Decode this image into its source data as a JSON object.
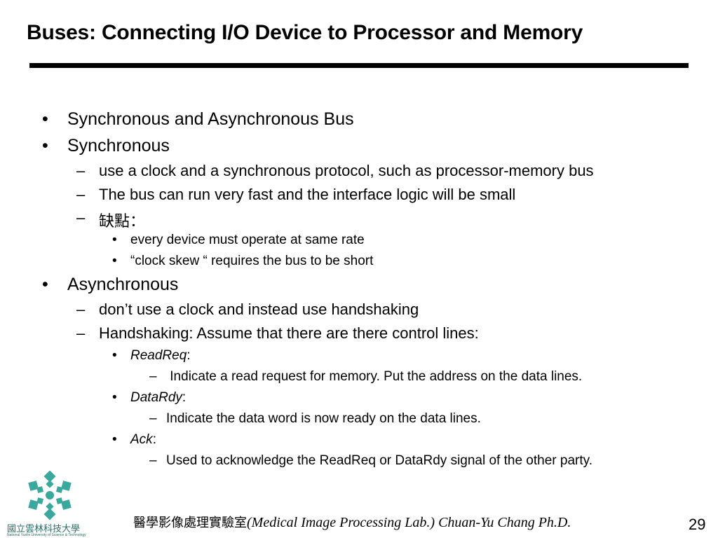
{
  "slide": {
    "title": "Buses: Connecting I/O Device to Processor and Memory",
    "page_number": "29"
  },
  "content": {
    "bullet_marker": "•",
    "dash_marker": "–",
    "items": [
      {
        "level": 1,
        "text": "Synchronous and Asynchronous Bus"
      },
      {
        "level": 1,
        "text": "Synchronous"
      },
      {
        "level": 2,
        "text": "use a clock and a synchronous protocol, such as processor-memory bus"
      },
      {
        "level": 2,
        "text": "The bus can run very fast and the interface logic will be small"
      },
      {
        "level": 2,
        "text": "缺點："
      },
      {
        "level": 3,
        "text": "every device must operate at same rate"
      },
      {
        "level": 3,
        "text": "“clock skew “ requires the bus to be short"
      },
      {
        "level": 1,
        "text": "Asynchronous"
      },
      {
        "level": 2,
        "text": "don’t use a clock and instead use handshaking"
      },
      {
        "level": 2,
        "text": "Handshaking: Assume that there are there control lines:"
      },
      {
        "level": 3,
        "term": "ReadReq",
        "text": ":"
      },
      {
        "level": 4,
        "text": " Indicate a read request for memory. Put the address on the data lines."
      },
      {
        "level": 3,
        "term": "DataRdy",
        "text": ":"
      },
      {
        "level": 4,
        "text": "Indicate the data word is now ready on the data lines."
      },
      {
        "level": 3,
        "term": "Ack",
        "text": ":"
      },
      {
        "level": 4,
        "text": "Used to acknowledge the ReadReq or DataRdy signal of the other party."
      }
    ]
  },
  "footer": {
    "lab_chinese": "醫學影像處理實驗室",
    "lab_english": "(Medical Image Processing Lab.) Chuan-Yu Chang Ph.D."
  },
  "logo": {
    "university_chinese": "國立雲林科技大學",
    "university_english": "National Yunlin University of Science & Technology",
    "color": "#3aa89c"
  }
}
